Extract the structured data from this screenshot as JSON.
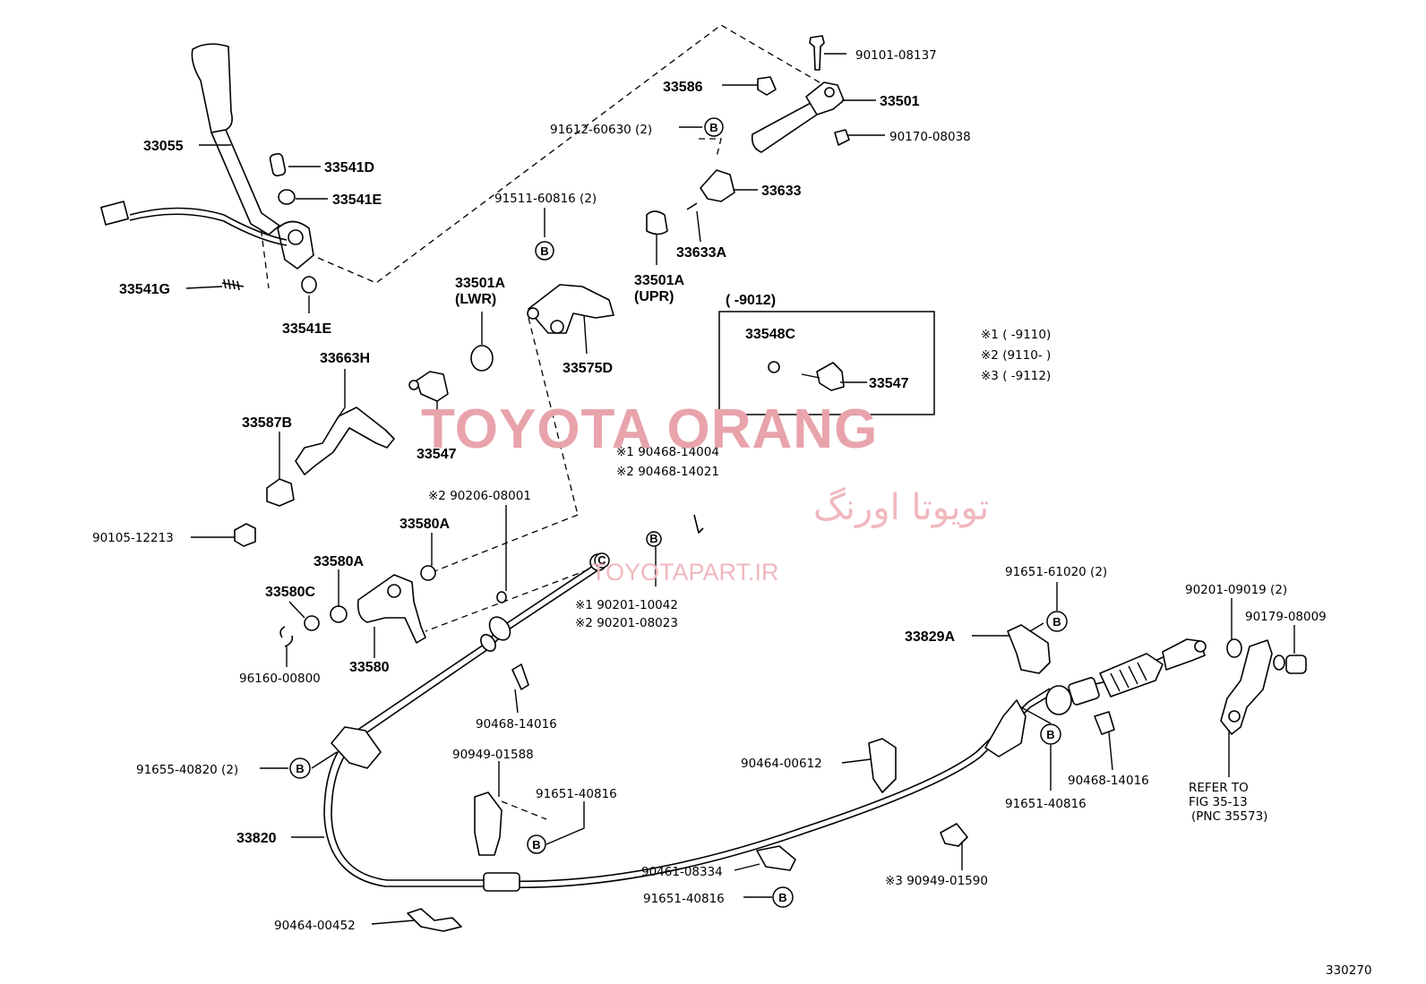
{
  "labels": {
    "l33055": "33055",
    "l33541D": "33541D",
    "l33541E_top": "33541E",
    "l33541G": "33541G",
    "l33541E_bot": "33541E",
    "l33586": "33586",
    "l90101": "90101-08137",
    "l33501": "33501",
    "l90170": "90170-08038",
    "l91612": "91612-60630 (2)",
    "l33633": "33633",
    "l91511": "91511-60816 (2)",
    "l33633A": "33633A",
    "l33501A_lwr": "33501A",
    "l33501A_lwr_sub": "(LWR)",
    "l33501A_upr": "33501A",
    "l33501A_upr_sub": "(UPR)",
    "l33575D": "33575D",
    "l33663H": "33663H",
    "l33587B": "33587B",
    "l33547_left": "33547",
    "l90105": "90105-12213",
    "l90206": "※2 90206-08001",
    "l33580A_1": "33580A",
    "l33580A_2": "33580A",
    "l33580C": "33580C",
    "l33580": "33580",
    "l96160": "96160-00800",
    "l90468_14004": "※1 90468-14004",
    "l90468_14021": "※2  90468-14021",
    "l90201_10042": "※1  90201-10042",
    "l90201_08023": "※2  90201-08023",
    "l90468_14016_left": "90468-14016",
    "l91655": "91655-40820 (2)",
    "l90949_01588": "90949-01588",
    "l91651_40816_mid": "91651-40816",
    "l33820": "33820",
    "l90461": "90461-08334",
    "l91651_40816_bot": "91651-40816",
    "l90464_00452": "90464-00452",
    "l90464_00612": "90464-00612",
    "l90949_01590": "※3 90949-01590",
    "l91651_40816_right": "91651-40816",
    "l90468_14016_right": "90468-14016",
    "l33829A": "33829A",
    "l91651_61020": "91651-61020 (2)",
    "l90201_09019": "90201-09019 (2)",
    "l90179": "90179-08009",
    "refer_1": "REFER TO",
    "refer_2": "FIG 35-13",
    "refer_3": "(PNC 35573)",
    "box_period": "(      -9012)",
    "box_33548C": "33548C",
    "box_33547": "33547",
    "fig_number": "330270"
  },
  "notes": {
    "n1": "※1 (           -9110)",
    "n2": "※2 (9110-            )",
    "n3": "※3 (           -9112)"
  },
  "callouts": {
    "b": "B",
    "c": "C"
  },
  "watermark": {
    "title": "TOYOTA ORANG",
    "persian": "تویوتا اورنگ",
    "url": "TOYOTAPART.IR"
  },
  "colors": {
    "ink": "#000000",
    "watermark": "#e8a3ab"
  }
}
